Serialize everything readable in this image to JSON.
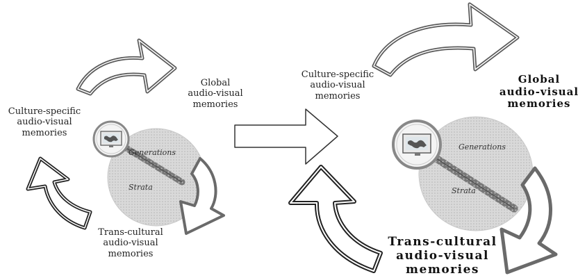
{
  "left_diagram": {
    "global": "Global\naudio-visual\nmemories",
    "culture_specific": "Culture-specific\naudio-visual\nmemories",
    "trans_cultural": "Trans-cultural\naudio-visual\nmemories",
    "generations": "Generations",
    "strata": "Strata"
  },
  "right_diagram": {
    "culture_specific": "Culture-specific\naudio-visual\nmemories",
    "global": "Global\naudio-visual\nmemories",
    "trans_cultural": "Trans-cultural\naudio-visual\nmemories",
    "generations": "Generations",
    "strata": "Strata"
  },
  "colors": {
    "disc": "#cfcfcf",
    "arrow_stroke": "#333333",
    "handle": "#555555"
  },
  "icons": [
    "curved-arrow-icon",
    "magnifier-icon",
    "monitor-icon",
    "transition-arrow-icon"
  ]
}
